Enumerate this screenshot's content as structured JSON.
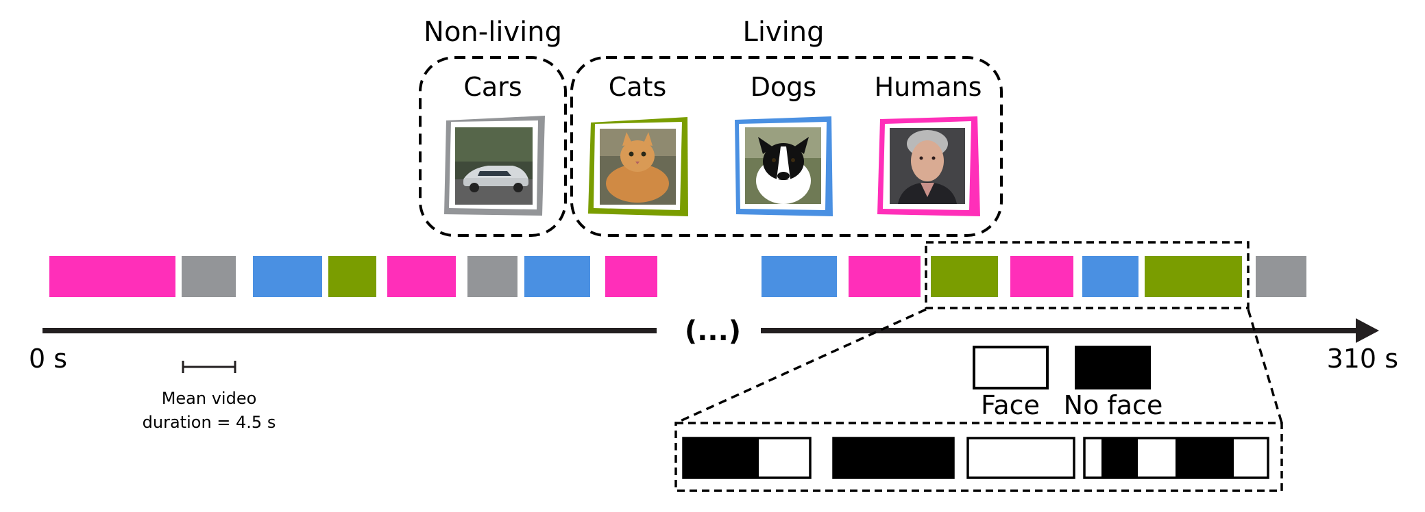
{
  "colors": {
    "cars": "#939598",
    "cats": "#7a9d00",
    "dogs": "#4a90e2",
    "humans": "#ff2fb9",
    "face": "#ffffff",
    "no_face": "#000000",
    "axis": "#231f20"
  },
  "groups": {
    "non_living_label": "Non-living",
    "living_label": "Living"
  },
  "categories": [
    {
      "key": "cars",
      "label": "Cars",
      "color": "#939598",
      "image": "car-photo"
    },
    {
      "key": "cats",
      "label": "Cats",
      "color": "#7a9d00",
      "image": "cat-photo"
    },
    {
      "key": "dogs",
      "label": "Dogs",
      "color": "#4a90e2",
      "image": "dog-photo"
    },
    {
      "key": "humans",
      "label": "Humans",
      "color": "#ff2fb9",
      "image": "human-photo"
    }
  ],
  "timeline": {
    "start_label": "0 s",
    "end_label": "310 s",
    "gap_label": "(...)",
    "first_segment": [
      "humans",
      "cars",
      "dogs",
      "cats",
      "humans",
      "cars",
      "dogs",
      "humans"
    ],
    "second_segment": [
      "dogs",
      "humans",
      "cats",
      "humans",
      "dogs",
      "cats",
      "cars"
    ]
  },
  "scale_bar": {
    "line1": "Mean video",
    "line2": "duration = 4.5 s"
  },
  "legend": {
    "face_label": "Face",
    "no_face_label": "No face"
  },
  "face_detail": {
    "clips": [
      [
        "no_face",
        "face"
      ],
      [
        "no_face"
      ],
      [
        "face"
      ],
      [
        "face",
        "no_face",
        "face",
        "no_face",
        "face"
      ]
    ]
  }
}
